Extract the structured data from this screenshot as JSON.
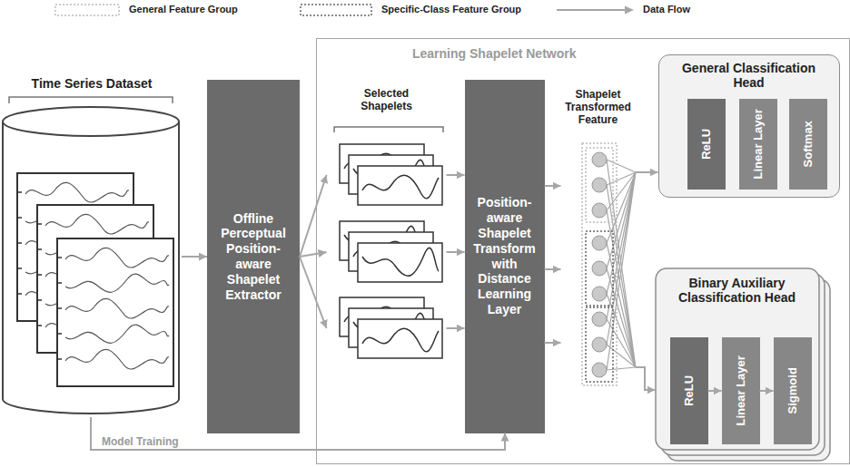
{
  "diagram": {
    "nodes": [
      {
        "text": [
          "Time Series Dataset"
        ]
      },
      {
        "text": [
          "Offline Perceptual Position-aware Shapelet Extractor"
        ]
      },
      {
        "text": [
          "Learning Shapelet Network"
        ]
      },
      {
        "text": [
          "Selected Shapelets"
        ],
        "in": 2
      },
      {
        "text": [
          "Position-aware Shapelet Transform with Distance Learning Layer"
        ],
        "in": 2
      },
      {
        "text": [
          "Shapelet Transformed Feature"
        ],
        "in": 2
      },
      {
        "text": [
          "General Classification Head"
        ],
        "in": 2
      },
      {
        "text": [
          "ReLU"
        ],
        "in": 6
      },
      {
        "text": [
          "Linear Layer"
        ],
        "in": 6
      },
      {
        "text": [
          "Softmax"
        ],
        "in": 6
      },
      {
        "text": [
          "Binary Auxiliary Classification Head"
        ],
        "in": 2
      },
      {
        "text": [
          "ReLU"
        ],
        "in": 10
      },
      {
        "text": [
          "Linear Layer"
        ],
        "in": 10
      },
      {
        "text": [
          "Sigmoid"
        ],
        "in": 10
      }
    ],
    "edges": [
      {
        "from": 0,
        "to": 1,
        "arrow": "to"
      },
      {
        "from": 1,
        "to": 3,
        "arrow": "to"
      },
      {
        "from": 3,
        "to": 4,
        "arrow": "to"
      },
      {
        "from": 4,
        "to": 5,
        "arrow": "to"
      },
      {
        "from": 5,
        "to": 6,
        "arrow": "to"
      },
      {
        "from": 5,
        "to": 10,
        "arrow": "to"
      },
      {
        "from": 0,
        "to": 4,
        "label": "Model Training",
        "arrow": "to"
      },
      {
        "from": 11,
        "to": 12,
        "arrow": "to"
      },
      {
        "from": 12,
        "to": 13,
        "arrow": "to"
      }
    ],
    "legend": [
      {
        "text": "General Feature Group"
      },
      {
        "text": "Specific-Class Feature Group"
      },
      {
        "text": "Data Flow"
      }
    ]
  }
}
